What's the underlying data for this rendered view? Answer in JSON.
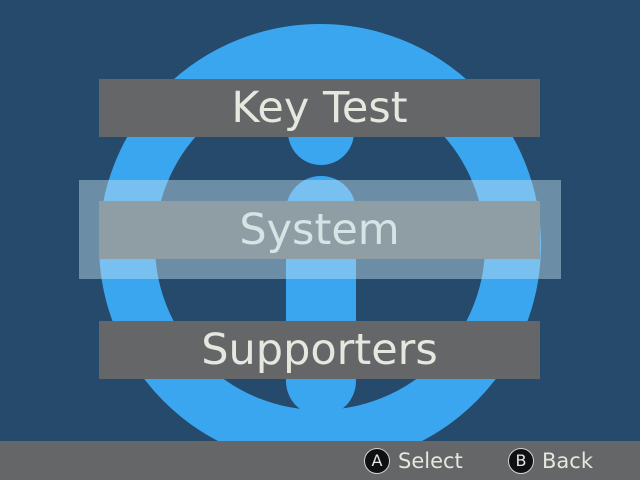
{
  "menu": {
    "items": [
      {
        "label": "Key Test"
      },
      {
        "label": "System"
      },
      {
        "label": "Supporters"
      }
    ],
    "selected": "System"
  },
  "footer": {
    "select": {
      "button": "A",
      "label": "Select"
    },
    "back": {
      "button": "B",
      "label": "Back"
    }
  },
  "colors": {
    "background": "#264a6b",
    "logo": "#3aa6f0",
    "menu_bar": "#646667",
    "text": "#e3e9df",
    "selection": "#c3e1f0"
  },
  "icons": {
    "logo": "info-i-icon"
  }
}
